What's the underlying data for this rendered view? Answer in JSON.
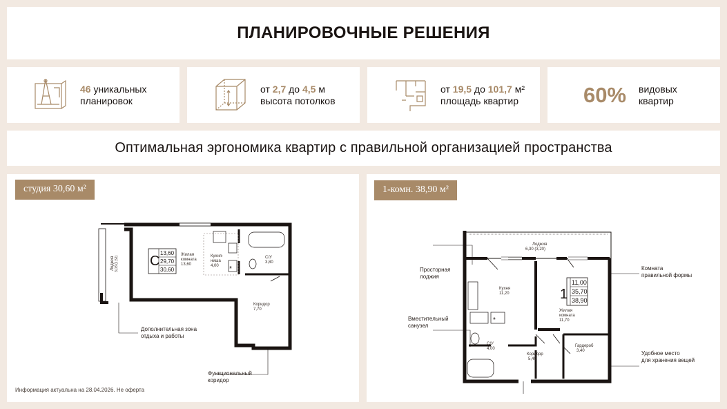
{
  "header": {
    "title": "ПЛАНИРОВОЧНЫЕ РЕШЕНИЯ"
  },
  "stats": [
    {
      "icon": "blueprint-compass-icon",
      "num": "46",
      "line1": " уникальных",
      "line2": "планировок"
    },
    {
      "icon": "ceiling-height-cube-icon",
      "pre": "от ",
      "num1": "2,7",
      "mid": " до ",
      "num2": "4,5",
      "unit": " м",
      "line2": "высота потолков"
    },
    {
      "icon": "floorplan-icon",
      "pre": "от ",
      "num1": "19,5",
      "mid": " до ",
      "num2": "101,7",
      "unit": " м²",
      "line2": "площадь квартир"
    },
    {
      "big": "60%",
      "line1": "видовых",
      "line2": "квартир"
    }
  ],
  "subtitle": "Оптимальная эргономика квартир с правильной организацией пространства",
  "studio": {
    "badge": "студия 30,60 м²",
    "loggia": "Лоджия",
    "loggia_area": "3,03 (1,52)",
    "room": "Жилая",
    "room2": "комната",
    "room_area": "13,60",
    "kitchen": "Кухня-",
    "kitchen2": "ниша",
    "kitchen_area": "4,00",
    "bath": "С/У",
    "bath_area": "3,80",
    "corridor": "Коридор",
    "corridor_area": "7,70",
    "code_letter": "С",
    "areas": [
      "13,60",
      "29,70",
      "30,60"
    ],
    "callout1": "Дополнительная зона",
    "callout1b": "отдыха и работы",
    "callout2": "Функциональный",
    "callout2b": "коридор",
    "note": "Информация актуальна на 28.04.2026. Не оферта"
  },
  "one_room": {
    "badge": "1-комн. 38,90 м²",
    "loggia": "Лоджия",
    "loggia_area": "6,30 (3,20)",
    "kitchen": "Кухня",
    "kitchen_area": "11,20",
    "room": "Жилая",
    "room2": "комната",
    "room_area": "11,70",
    "bath": "С/У",
    "bath_area": "4,00",
    "corridor": "Коридор",
    "corridor_area": "5,40",
    "wardrobe": "Гардероб",
    "wardrobe_area": "3,40",
    "code_number": "1",
    "areas": [
      "11,00",
      "35,70",
      "38,90"
    ],
    "callout_loggia": "Просторная",
    "callout_loggia2": "лоджия",
    "callout_bath": "Вместительный",
    "callout_bath2": "санузел",
    "callout_room": "Комната",
    "callout_room2": "правильной формы",
    "callout_storage": "Удобное место",
    "callout_storage2": "для хранения вещей"
  }
}
